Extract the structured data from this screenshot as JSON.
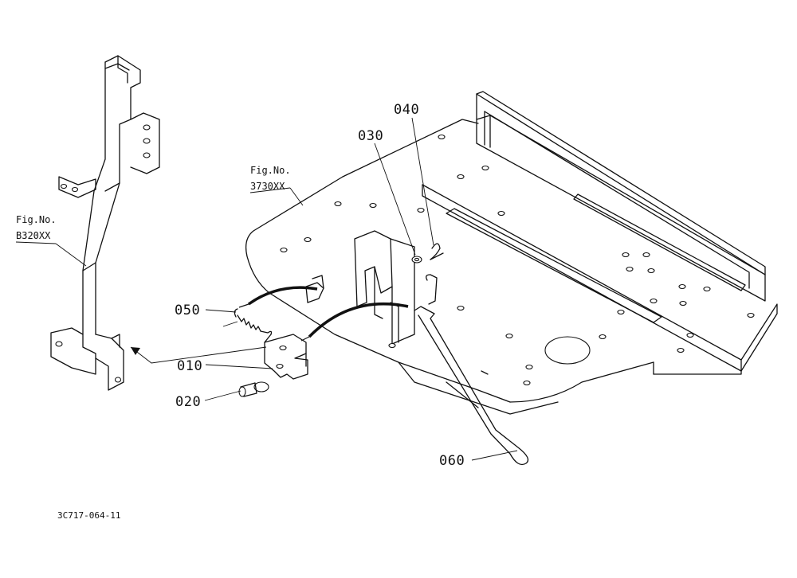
{
  "figure_refs": [
    {
      "fig_label": "Fig.No.",
      "fig_number": "B320XX"
    },
    {
      "fig_label": "Fig.No.",
      "fig_number": "3730XX"
    }
  ],
  "callouts": {
    "c010": "010",
    "c020": "020",
    "c030": "030",
    "c040": "040",
    "c050": "050",
    "c060": "060"
  },
  "drawing_code": "3C717-064-11"
}
